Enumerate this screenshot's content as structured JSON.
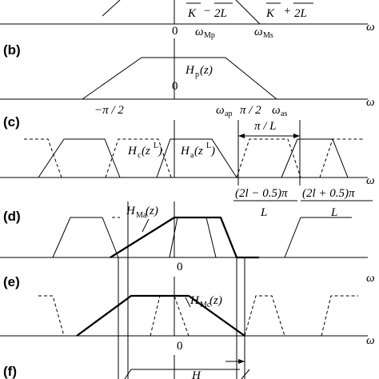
{
  "panels": [
    {
      "tag": "(b)",
      "curve_label": "H",
      "curve_sub": "p",
      "curve_arg": "(z)"
    },
    {
      "tag": "(c)",
      "curve_label_left": "H",
      "curve_sub_left": "c",
      "curve_arg_left": "(z",
      "curve_sup_left": "L",
      "curve_close_left": ")",
      "curve_label_right": "H",
      "curve_sub_right": "a",
      "curve_arg_right": "(z",
      "curve_sup_right": "L",
      "curve_close_right": ")",
      "period_num": "π / L"
    },
    {
      "tag": "(d)",
      "curve_label": "H",
      "curve_sub": "Ma",
      "curve_arg": "(z)",
      "frac_left_num": "(2l − 0.5)π",
      "frac_right_num": "(2l + 0.5)π",
      "frac_den": "L"
    },
    {
      "tag": "(e)",
      "curve_label": "H",
      "curve_sub": "Mc",
      "curve_arg": "(z)"
    },
    {
      "tag": "(f)",
      "curve_label": "H"
    }
  ],
  "axes": {
    "omega": "ω",
    "zero": "0",
    "top_left_frac": "K",
    "top_left_op": "−",
    "top_left_den": "2L",
    "top_right_frac": "K",
    "top_right_op": "+",
    "top_right_den": "2L",
    "w_mp": "ω",
    "w_mp_sub": "Mp",
    "w_ms": "ω",
    "w_ms_sub": "Ms",
    "neg_pi2": "−π / 2",
    "w_ap": "ω",
    "w_ap_sub": "ap",
    "pi2": "π / 2",
    "w_as": "ω",
    "w_as_sub": "as"
  }
}
